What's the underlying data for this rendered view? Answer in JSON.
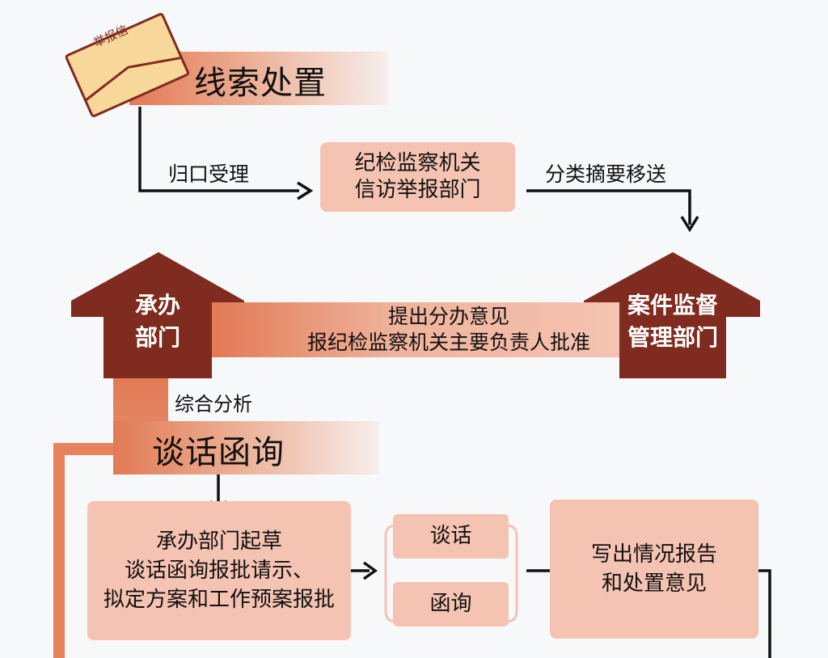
{
  "envelope": {
    "label": "举报信"
  },
  "sections": {
    "clue": "线索处置",
    "talk": "谈话函询"
  },
  "flow": {
    "intake_label": "归口受理",
    "petition_dept": [
      "纪检监察机关",
      "信访举报部门"
    ],
    "transfer_label": "分类摘要移送",
    "undertaking_dept": [
      "承办",
      "部门"
    ],
    "case_dept": [
      "案件监督",
      "管理部门"
    ],
    "proposal_label": [
      "提出分办意见",
      "报纪检监察机关主要负责人批准"
    ],
    "analysis_label": "综合分析",
    "draft_box": [
      "承办部门起草",
      "谈话函询报批请示、",
      "拟定方案和工作预案报批"
    ],
    "talk_option": "谈话",
    "inquiry_option": "函询",
    "report_box": [
      "写出情况报告",
      "和处置意见"
    ]
  },
  "colors": {
    "house": "#7f2b1f",
    "accent": "#e27a55",
    "box": "#f5c3b2",
    "envelope": "#f8d79b"
  }
}
